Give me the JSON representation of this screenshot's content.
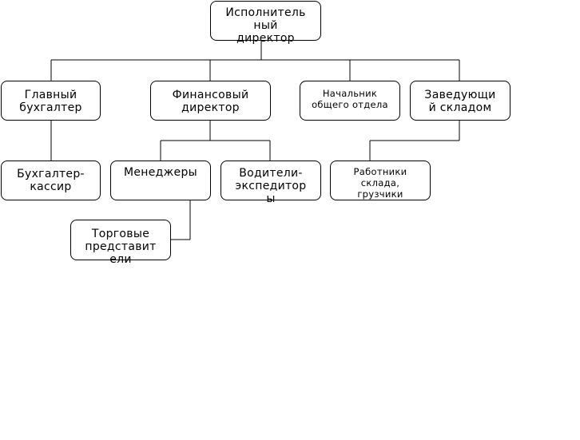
{
  "diagram": {
    "nodes": {
      "ceo": {
        "label": "Исполнитель\nный\nдиректор"
      },
      "chief_accountant": {
        "label": "Главный\nбухгалтер"
      },
      "finance_director": {
        "label": "Финансовый\nдиректор"
      },
      "head_general_dept": {
        "label": "Начальник\nобщего отдела"
      },
      "warehouse_manager": {
        "label": "Заведующи\nй складом"
      },
      "accountant_cashier": {
        "label": "Бухгалтер-\nкассир"
      },
      "managers": {
        "label": "Менеджеры"
      },
      "drivers": {
        "label": "Водители-\nэкспедитор\nы"
      },
      "warehouse_workers": {
        "label": "Работники\nсклада,\nгрузчики"
      },
      "sales_reps": {
        "label": "Торговые\nпредставит\nели"
      }
    },
    "line_color": "#000000",
    "box_border_color": "#000000"
  }
}
